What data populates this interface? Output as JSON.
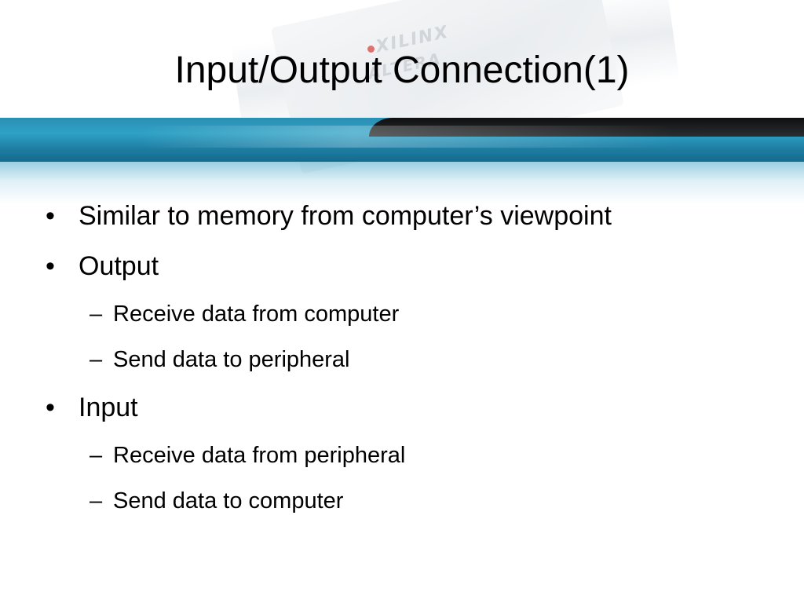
{
  "slide": {
    "title": "Input/Output Connection(1)",
    "brand_marks": [
      "XILINX",
      "ALTERA"
    ],
    "colors": {
      "band": "#2a8fb3",
      "band_dark": "#156a8e",
      "text": "#000000"
    },
    "bullets": [
      {
        "marker": "•",
        "text": "Similar to memory from computer’s viewpoint"
      },
      {
        "marker": "•",
        "text": "Output"
      },
      {
        "marker": "–",
        "text": "Receive data from computer"
      },
      {
        "marker": "–",
        "text": "Send data to peripheral"
      },
      {
        "marker": "•",
        "text": "Input"
      },
      {
        "marker": "–",
        "text": "Receive data from peripheral"
      },
      {
        "marker": "–",
        "text": "Send data to computer"
      }
    ]
  }
}
